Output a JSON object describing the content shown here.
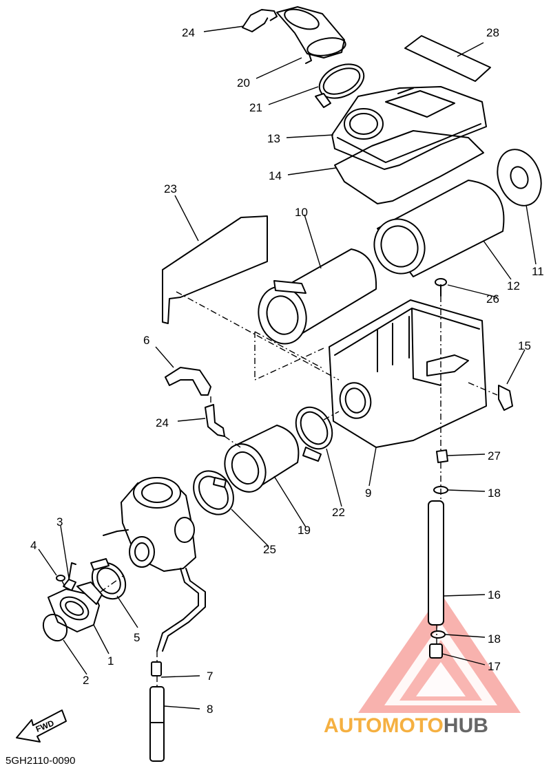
{
  "diagram_code": "5GH2110-0090",
  "fwd_label": "FWD",
  "watermark": {
    "part1": "AUTO",
    "part2": "MOTO",
    "part3": "HUB",
    "color_orange": "#f5b041",
    "color_red": "#f08080",
    "color_grey": "#666666"
  },
  "callouts": {
    "c1": "1",
    "c2": "2",
    "c3": "3",
    "c4": "4",
    "c5": "5",
    "c6": "6",
    "c7": "7",
    "c8": "8",
    "c9": "9",
    "c10": "10",
    "c11": "11",
    "c12": "12",
    "c13": "13",
    "c14": "14",
    "c15": "15",
    "c16": "16",
    "c17": "17",
    "c18a": "18",
    "c18b": "18",
    "c19": "19",
    "c20": "20",
    "c21": "21",
    "c22": "22",
    "c23": "23",
    "c24a": "24",
    "c24b": "24",
    "c25": "25",
    "c26": "26",
    "c27": "27",
    "c28": "28"
  }
}
